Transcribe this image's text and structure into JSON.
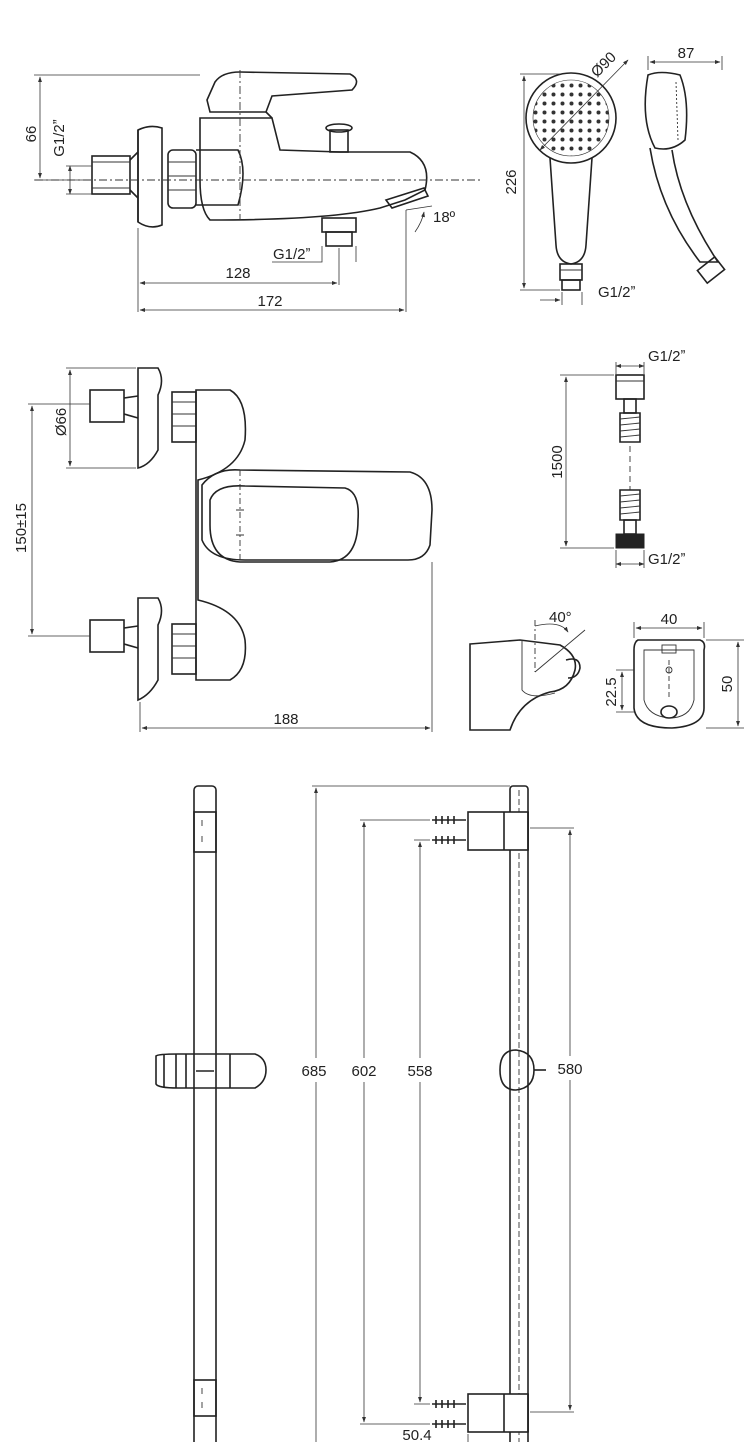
{
  "labels": {
    "mixer_side_height": "66",
    "inlet_thread_side": "G1/2ˮ",
    "spout_thread": "G1/2ˮ",
    "spout_angle": "18º",
    "depth_spout": "128",
    "depth_total": "172",
    "head_diameter": "Ø90",
    "head_profile_width": "87",
    "handshower_length": "226",
    "handshower_thread": "G1/2ˮ",
    "flange_diameter": "Ø66",
    "centres": "150±15",
    "mixer_width": "188",
    "hose_thread_top": "G1/2ˮ",
    "hose_length": "1500",
    "hose_thread_bottom": "G1/2ˮ",
    "holder_angle": "40°",
    "holder_width": "40",
    "holder_height": "50",
    "holder_offset": "22.5",
    "rail_total": "685",
    "rail_fix_outer": "602",
    "rail_fix_inner": "558",
    "rail_bracket": "580",
    "rail_projection": "50.4"
  }
}
